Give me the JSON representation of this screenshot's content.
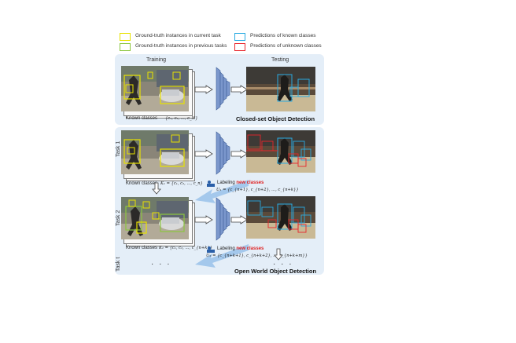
{
  "legend": {
    "gt_current": "Ground-truth instances in current task",
    "gt_previous": "Ground-truth instances in previous tasks",
    "pred_known": "Predictions of known classes",
    "pred_unknown": "Predictions of unknown classes",
    "colors": {
      "gt_current": "#e8e200",
      "gt_previous": "#8cc63f",
      "pred_known": "#29abe2",
      "pred_unknown": "#e8262c"
    }
  },
  "top": {
    "training_header": "Training",
    "testing_header": "Testing",
    "known_classes_label": "Known classes",
    "known_classes_formula": "{c₁, c₂, ..., c_N}",
    "title": "Closed-set Object Detection"
  },
  "bottom": {
    "task1_label": "Task 1",
    "task2_label": "Task 2",
    "taskt_label": "Task t",
    "known1_label": "Known classes",
    "known1_formula": "K₁ = {c₁, c₂, ..., c_n}",
    "labeling1_prefix": "Labeling",
    "labeling1_highlight": "new classes",
    "u1_formula": "U₁ = {c_{n+1}, c_{n+2}, ..., c_{n+k}}",
    "known2_label": "Known classes",
    "known2_formula": "K₂ = {c₁, c₂, ..., c_{n+k}}",
    "labeling2_prefix": "Labeling",
    "labeling2_highlight": "new classes",
    "u2_formula": "U₂ = {c_{n+k+1}, c_{n+k+2}, ..., c_{n+k+m}}",
    "ellipsis_left": "· · ·",
    "ellipsis_right": "· · ·",
    "title": "Open World Object Detection"
  }
}
